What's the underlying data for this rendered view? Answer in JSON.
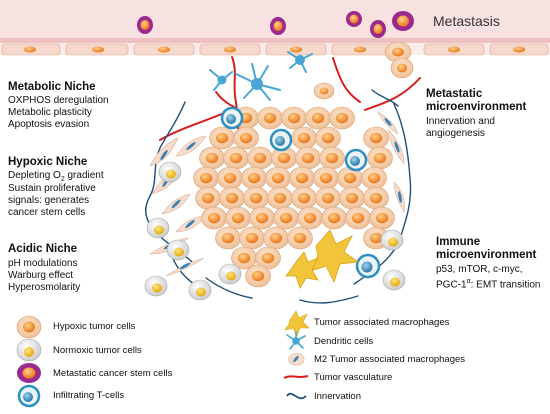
{
  "banner": {
    "label": "Metastasis"
  },
  "niches": {
    "metabolic": {
      "title": "Metabolic Niche",
      "lines": [
        "OXPHOS deregulation",
        "Metabolic plasticity",
        "Apoptosis evasion"
      ]
    },
    "hypoxic": {
      "title": "Hypoxic Niche",
      "line1_prefix": "Depleting O",
      "line1_sub": "2",
      "line1_suffix": " gradient",
      "lines": [
        "Sustain proliferative",
        "signals: generates",
        "cancer stem cells"
      ]
    },
    "acidic": {
      "title": "Acidic Niche",
      "lines": [
        "pH modulations",
        "Warburg effect",
        "Hyperosmolarity"
      ]
    },
    "metastatic": {
      "title_lines": [
        "Metastatic",
        "microenvironment"
      ],
      "lines": [
        "Innervation and",
        "angiogenesis"
      ]
    },
    "immune": {
      "title_lines": [
        "Immune",
        "microenvironment"
      ],
      "line1": "p53, mTOR, c-myc,",
      "line2_prefix": "PGC-1",
      "line2_sup": "α",
      "line2_suffix": ": EMT transition"
    }
  },
  "legend": {
    "left": [
      "Hypoxic tumor cells",
      "Normoxic tumor cells",
      "Metastatic cancer stem cells",
      "Infiltrating T-cells"
    ],
    "right": [
      "Tumor associated macrophages",
      "Dendritic cells",
      "M2 Tumor associated macrophages",
      "Tumor vasculature",
      "Innervation"
    ]
  },
  "colors": {
    "tumor_cell": "#f2c8a0",
    "nucleus": "#f08a24",
    "stem_ring": "#9c2a8e",
    "tcell": "#2f8fc0",
    "dendritic": "#49a6d4",
    "macrophage": "#f0c23a",
    "vessel": "#d81e1e",
    "nerve": "#1f4e79",
    "banner": "#f7e1e1"
  }
}
